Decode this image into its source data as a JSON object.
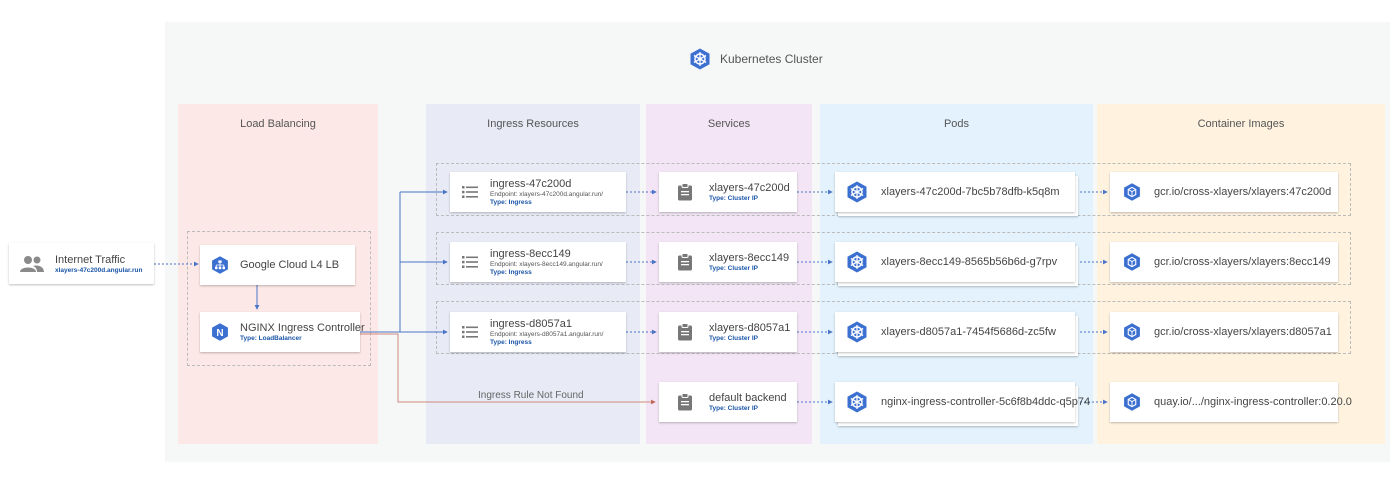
{
  "cluster": {
    "title": "Kubernetes Cluster"
  },
  "columns": {
    "load_balancing": "Load Balancing",
    "ingress_resources": "Ingress Resources",
    "services": "Services",
    "pods": "Pods",
    "container_images": "Container Images"
  },
  "internet": {
    "label": "Internet Traffic",
    "host": "xlayers-47c200d.angular.run"
  },
  "load_balancer": {
    "label": "Google Cloud L4 LB"
  },
  "nginx": {
    "label": "NGINX Ingress Controller",
    "type": "Type: LoadBalancer"
  },
  "not_found_label": "Ingress Rule Not Found",
  "rows": [
    {
      "ingress": {
        "name": "ingress-47c200d",
        "endpoint": "Endpoint: xlayers-47c200d.angular.run/",
        "type": "Type: Ingress"
      },
      "service": {
        "name": "xlayers-47c200d",
        "type": "Type: Cluster IP"
      },
      "pod": "xlayers-47c200d-7bc5b78dfb-k5q8m",
      "image": "gcr.io/cross-xlayers/xlayers:47c200d"
    },
    {
      "ingress": {
        "name": "ingress-8ecc149",
        "endpoint": "Endpoint: xlayers-8ecc149.angular.run/",
        "type": "Type: Ingress"
      },
      "service": {
        "name": "xlayers-8ecc149",
        "type": "Type: Cluster IP"
      },
      "pod": "xlayers-8ecc149-8565b56b6d-g7rpv",
      "image": "gcr.io/cross-xlayers/xlayers:8ecc149"
    },
    {
      "ingress": {
        "name": "ingress-d8057a1",
        "endpoint": "Endpoint: xlayers-d8057a1.angular.run/",
        "type": "Type: Ingress"
      },
      "service": {
        "name": "xlayers-d8057a1",
        "type": "Type: Cluster IP"
      },
      "pod": "xlayers-d8057a1-7454f5686d-zc5fw",
      "image": "gcr.io/cross-xlayers/xlayers:d8057a1"
    }
  ],
  "default": {
    "service": {
      "name": "default backend",
      "type": "Type: Cluster IP"
    },
    "pod": "nginx-ingress-controller-5c6f8b4ddc-q5p74",
    "image": "quay.io/.../nginx-ingress-controller:0.20.0"
  },
  "colors": {
    "icon_blue": "#3b6fd0",
    "link_blue": "#4a74c7",
    "link_red": "#d08a7d",
    "type_blue": "#1a55a8"
  }
}
